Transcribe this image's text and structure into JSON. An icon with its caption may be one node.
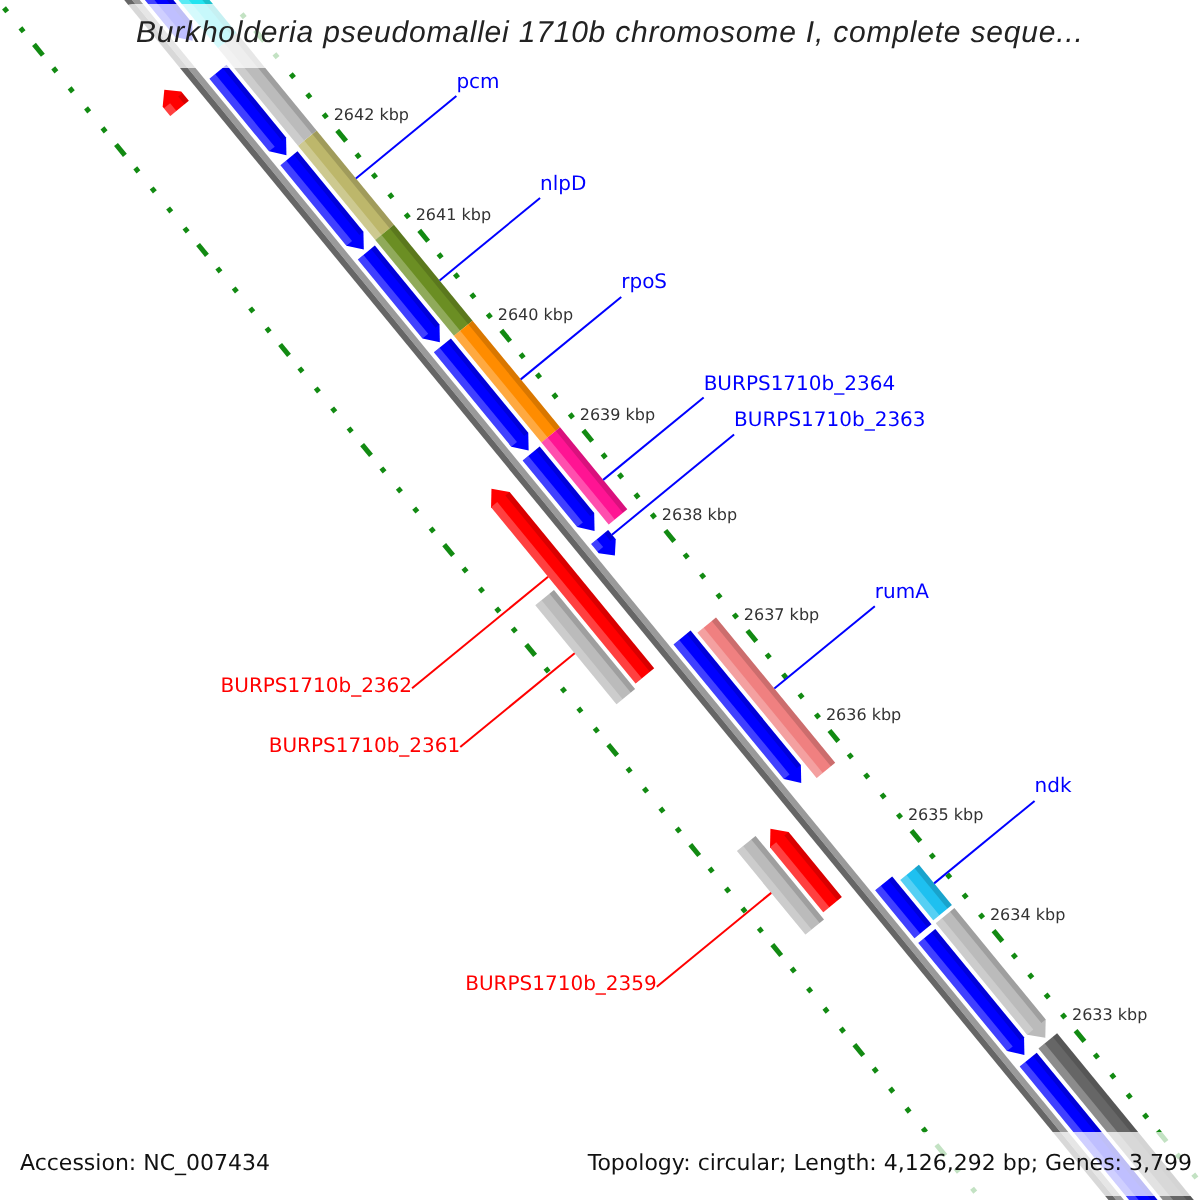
{
  "diagram": {
    "title": "Burkholderia pseudomallei 1710b chromosome I, complete seque...",
    "nodes": [
      {
        "text": [
          "pcm"
        ]
      },
      {
        "text": [],
        "shape": "bar"
      },
      {
        "text": [
          "nlpD"
        ]
      },
      {
        "text": [],
        "shape": "bar"
      },
      {
        "text": [
          "rpoS"
        ]
      },
      {
        "text": [],
        "shape": "bar"
      },
      {
        "text": [
          "BURPS1710b_2364"
        ]
      },
      {
        "text": [],
        "shape": "bar"
      },
      {
        "text": [
          "BURPS1710b_2363"
        ]
      },
      {
        "text": [],
        "shape": "arrow"
      },
      {
        "text": [
          "rumA"
        ]
      },
      {
        "text": [],
        "shape": "bar"
      },
      {
        "text": [
          "BURPS1710b_2362"
        ]
      },
      {
        "text": [],
        "shape": "arrow"
      },
      {
        "text": [
          "BURPS1710b_2361"
        ]
      },
      {
        "text": [],
        "shape": "bar"
      },
      {
        "text": [
          "ndk"
        ]
      },
      {
        "text": [],
        "shape": "bar"
      },
      {
        "text": [
          "BURPS1710b_2359"
        ]
      },
      {
        "text": [],
        "shape": "bar"
      },
      {
        "text": [],
        "shape": "bar"
      },
      {
        "text": [],
        "shape": "arrow"
      },
      {
        "text": [],
        "shape": "bar"
      },
      {
        "text": [],
        "shape": "arrow"
      },
      {
        "text": [],
        "shape": "arrow"
      },
      {
        "text": [],
        "shape": "arrow"
      },
      {
        "text": [],
        "shape": "arrow"
      },
      {
        "text": [],
        "shape": "arrow"
      },
      {
        "text": [],
        "shape": "arrow"
      },
      {
        "text": [],
        "shape": "arrow"
      },
      {
        "text": [],
        "shape": "arrow"
      },
      {
        "text": [],
        "shape": "arrow"
      },
      {
        "text": [],
        "shape": "bar"
      },
      {
        "text": [],
        "shape": "arrow"
      },
      {
        "text": [],
        "shape": "bar"
      },
      {
        "text": [],
        "shape": "arrow"
      }
    ],
    "edges": [
      {
        "from": 0,
        "to": 1,
        "arrow": "none"
      },
      {
        "from": 2,
        "to": 3,
        "arrow": "none"
      },
      {
        "from": 4,
        "to": 5,
        "arrow": "none"
      },
      {
        "from": 6,
        "to": 7,
        "arrow": "none"
      },
      {
        "from": 8,
        "to": 9,
        "arrow": "none"
      },
      {
        "from": 10,
        "to": 11,
        "arrow": "none"
      },
      {
        "from": 12,
        "to": 13,
        "arrow": "none",
        "color": "#ff0000"
      },
      {
        "from": 14,
        "to": 15,
        "arrow": "none",
        "color": "#ff0000"
      },
      {
        "from": 16,
        "to": 17,
        "arrow": "none"
      },
      {
        "from": 18,
        "to": 19,
        "arrow": "none",
        "color": "#ff0000"
      }
    ],
    "labels": [
      "2642 kbp",
      "2641 kbp",
      "2640 kbp",
      "2639 kbp",
      "2638 kbp",
      "2637 kbp",
      "2636 kbp",
      "2635 kbp",
      "2634 kbp",
      "2633 kbp",
      "Accession: NC_007434",
      "Topology: circular; Length: 4,126,292 bp; Genes: 3,799"
    ]
  }
}
